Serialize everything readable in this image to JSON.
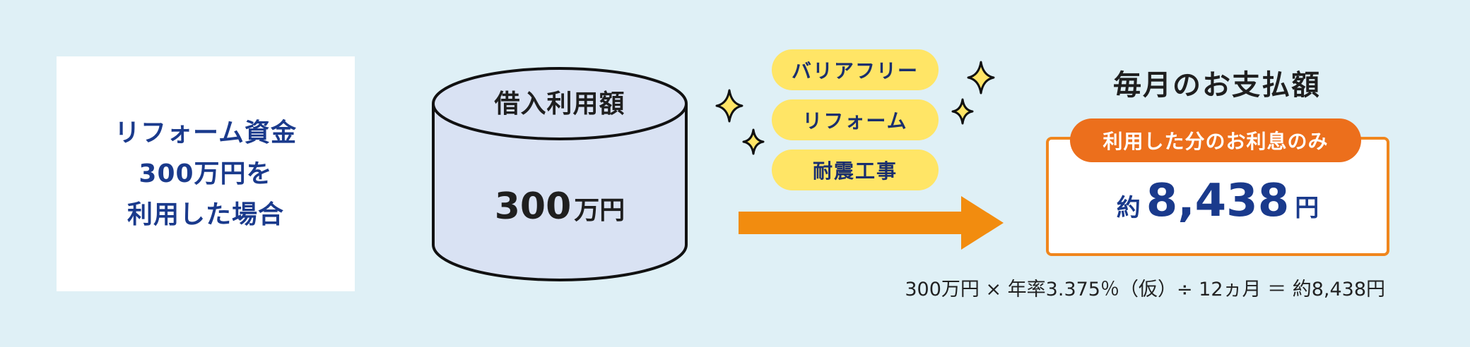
{
  "left_card": {
    "lines": [
      "リフォーム資金",
      "300万円を",
      "利用した場合"
    ]
  },
  "cylinder": {
    "title": "借入利用額",
    "amount": "300",
    "unit": "万円"
  },
  "tags": [
    {
      "label": "バリアフリー"
    },
    {
      "label": "リフォーム"
    },
    {
      "label": "耐震工事"
    }
  ],
  "monthly": {
    "title": "毎月のお支払額",
    "pill": "利用した分のお利息のみ",
    "prefix": "約",
    "amount": "8,438",
    "unit": "円"
  },
  "formula": "300万円 × 年率3.375％（仮）÷ 12ヵ月 ＝ 約8,438円",
  "colors": {
    "background": "#dff0f6",
    "navy": "#1a3a8c",
    "cylinder_fill": "#d9e2f3",
    "tag_yellow": "#ffe566",
    "arrow_orange": "#f28c0f",
    "pill_orange": "#ec6f1c",
    "border_orange": "#f0861d"
  },
  "icons": [
    "sparkle-icon",
    "arrow-right-icon",
    "cylinder-icon"
  ]
}
